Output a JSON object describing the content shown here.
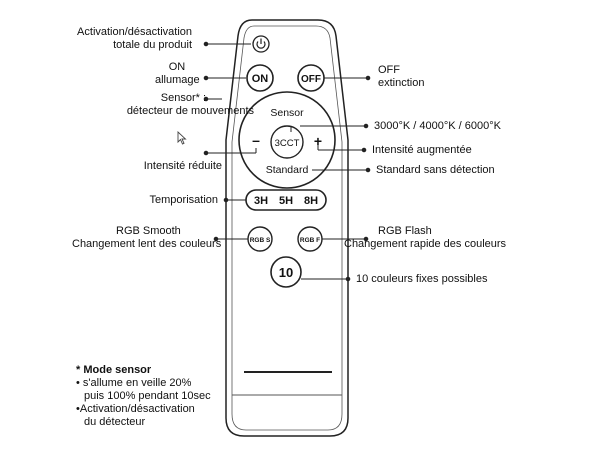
{
  "remote": {
    "on": "ON",
    "off": "OFF",
    "sensor": "Sensor",
    "cct": "3CCT",
    "standard": "Standard",
    "minus": "–",
    "plus": "+",
    "h3": "3H",
    "h5": "5H",
    "h8": "8H",
    "rgb_s": "RGB S",
    "rgb_f": "RGB F",
    "ten": "10"
  },
  "labels": {
    "power_1": "Activation/désactivation",
    "power_2": "totale du produit",
    "on_1": "ON",
    "on_2": "allumage",
    "sensor_1": "Sensor* :",
    "sensor_2": "détecteur de mouvements",
    "minus": "Intensité réduite",
    "timer": "Temporisation",
    "rgbs_1": "RGB Smooth",
    "rgbs_2": "Changement lent des couleurs",
    "off_1": "OFF",
    "off_2": "extinction",
    "cct": "3000°K / 4000°K / 6000°K",
    "plus": "Intensité augmentée",
    "standard": "Standard sans détection",
    "rgbf_1": "RGB Flash",
    "rgbf_2": "Changement rapide des couleurs",
    "ten": "10 couleurs fixes possibles"
  },
  "note": {
    "title": "* Mode sensor",
    "line1": "• s'allume en veille 20%",
    "line2": "puis 100% pendant 10sec",
    "line3": "•Activation/désactivation",
    "line4": "du détecteur"
  }
}
